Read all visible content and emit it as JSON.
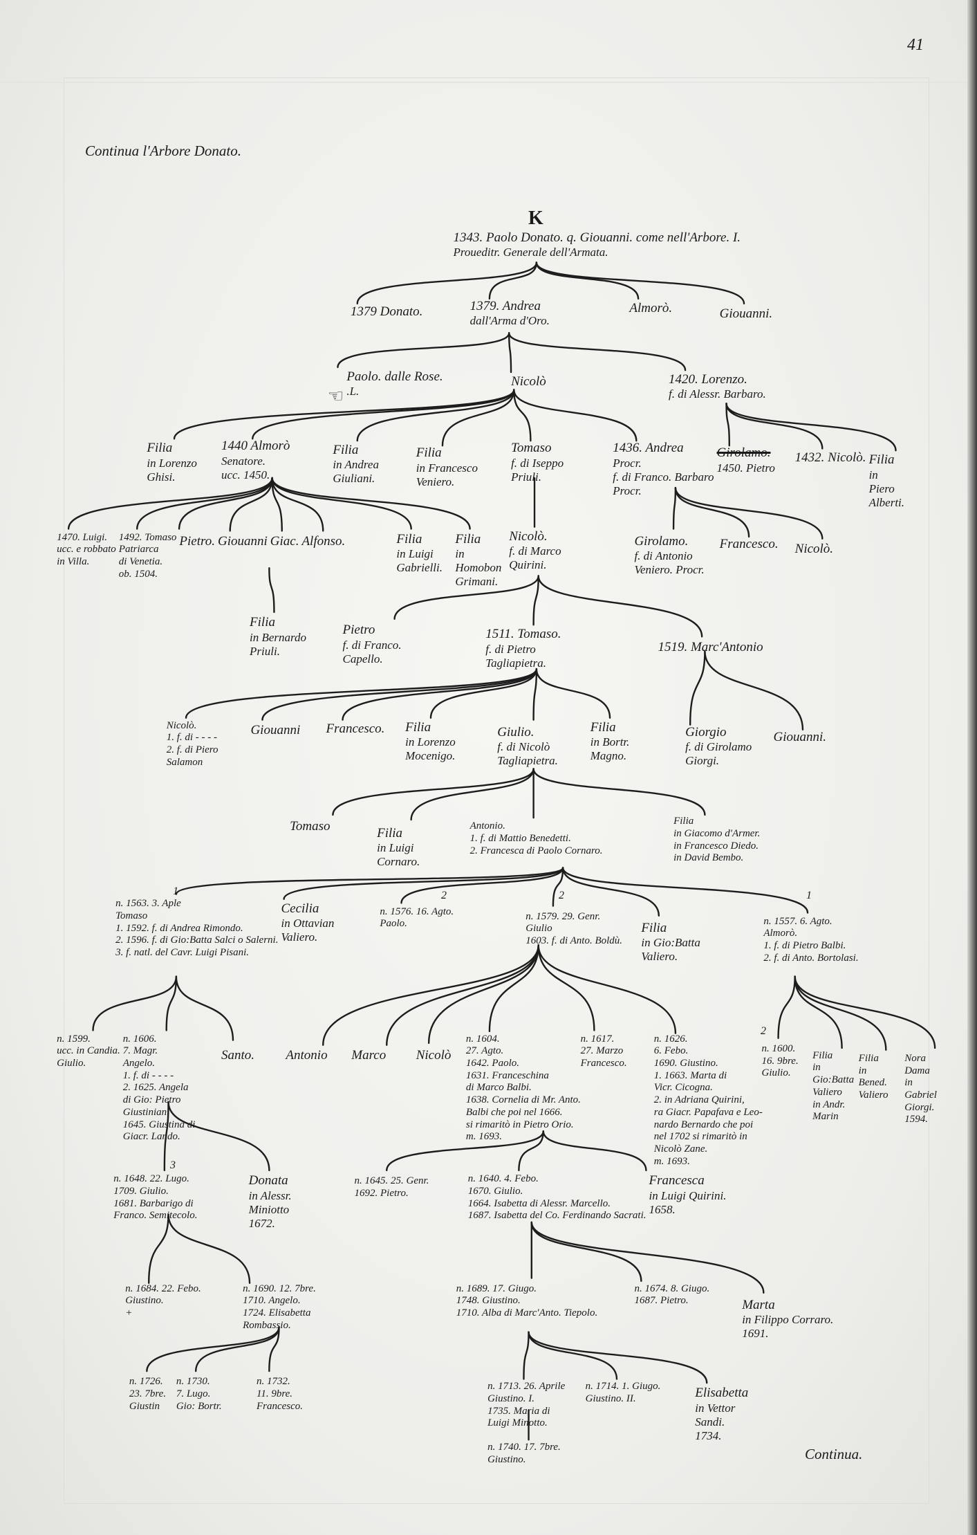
{
  "page": {
    "number": "41",
    "heading": "Continua l'Arbore Donato.",
    "section_mark": "K",
    "footer": "Continua."
  },
  "ink_color": "#1b1b1b",
  "paper_color": "#efefeb",
  "icons": {
    "pointing_hand": "pointing-hand-icon"
  },
  "generation_marks": [
    "1",
    "2",
    "2",
    "1",
    "3",
    "2"
  ],
  "nodes": [
    {
      "id": "root",
      "lines": [
        "1343. Paolo Donato. q. Giouanni. come nell'Arbore. I.",
        "Proueditr. Generale dell'Armata."
      ]
    },
    {
      "id": "donato1379",
      "lines": [
        "1379 Donato."
      ]
    },
    {
      "id": "andrea1379",
      "lines": [
        "1379. Andrea",
        "dall'Arma d'Oro."
      ]
    },
    {
      "id": "almoro_a",
      "lines": [
        "Almorò."
      ]
    },
    {
      "id": "giouanni_a",
      "lines": [
        "Giouanni."
      ]
    },
    {
      "id": "paolo_rose",
      "lines": [
        "Paolo. dalle Rose.",
        ".L."
      ]
    },
    {
      "id": "nicolo_a",
      "lines": [
        "Nicolò"
      ]
    },
    {
      "id": "lorenzo1420",
      "lines": [
        "1420. Lorenzo.",
        "f. di Alessr. Barbaro."
      ]
    },
    {
      "id": "filia_ghisi",
      "lines": [
        "Filia",
        "in Lorenzo",
        "Ghisi."
      ]
    },
    {
      "id": "almoro1440",
      "lines": [
        "1440 Almorò",
        "Senatore.",
        "ucc. 1450."
      ]
    },
    {
      "id": "filia_giuliani",
      "lines": [
        "Filia",
        "in Andrea",
        "Giuliani."
      ]
    },
    {
      "id": "filia_veniero",
      "lines": [
        "Filia",
        "in Francesco",
        "Veniero."
      ]
    },
    {
      "id": "tomaso_priuli",
      "lines": [
        "Tomaso",
        "f. di Iseppo",
        "Priuli."
      ]
    },
    {
      "id": "andrea1436",
      "lines": [
        "1436. Andrea",
        "Procr.",
        "f. di Franco. Barbaro",
        "Procr."
      ]
    },
    {
      "id": "pietro1450",
      "lines": [
        "Girolamo.",
        "1450. Pietro"
      ],
      "struck_first": true
    },
    {
      "id": "nicolo1432",
      "lines": [
        "1432. Nicolò."
      ]
    },
    {
      "id": "filia_alberti",
      "lines": [
        "Filia",
        "in",
        "Piero",
        "Alberti."
      ]
    },
    {
      "id": "luigi1470",
      "lines": [
        "1470. Luigi.",
        "ucc. e robbato",
        "in Villa."
      ]
    },
    {
      "id": "tomaso1492",
      "lines": [
        "1492. Tomaso",
        "Patriarca",
        "di Venetia.",
        "ob. 1504."
      ]
    },
    {
      "id": "pietro_b",
      "lines": [
        "Pietro."
      ]
    },
    {
      "id": "giouanni_b",
      "lines": [
        "Giouanni"
      ]
    },
    {
      "id": "giac",
      "lines": [
        "Giac."
      ]
    },
    {
      "id": "alfonso",
      "lines": [
        "Alfonso."
      ]
    },
    {
      "id": "filia_gabrielli",
      "lines": [
        "Filia",
        "in Luigi",
        "Gabrielli."
      ]
    },
    {
      "id": "filia_grimani",
      "lines": [
        "Filia",
        "in",
        "Homobon",
        "Grimani."
      ]
    },
    {
      "id": "nicolo_quirini",
      "lines": [
        "Nicolò.",
        "f. di Marco",
        "Quirini."
      ]
    },
    {
      "id": "girolamo_veniero",
      "lines": [
        "Girolamo.",
        "f. di Antonio",
        "Veniero. Procr."
      ]
    },
    {
      "id": "francesco_b",
      "lines": [
        "Francesco."
      ]
    },
    {
      "id": "nicolo_b",
      "lines": [
        "Nicolò."
      ]
    },
    {
      "id": "filia_priuli",
      "lines": [
        "Filia",
        "in Bernardo",
        "Priuli."
      ]
    },
    {
      "id": "pietro_capello",
      "lines": [
        "Pietro",
        "f. di Franco.",
        "Capello."
      ]
    },
    {
      "id": "tomaso1511",
      "lines": [
        "1511. Tomaso.",
        "f. di Pietro",
        "Tagliapietra."
      ]
    },
    {
      "id": "marcantonio1519",
      "lines": [
        "1519. Marc'Antonio"
      ]
    },
    {
      "id": "nicolo_salamon",
      "lines": [
        "Nicolò.",
        "1. f. di - - - -",
        "2. f. di Piero",
        "Salamon"
      ]
    },
    {
      "id": "giouanni_c",
      "lines": [
        "Giouanni"
      ]
    },
    {
      "id": "francesco_c",
      "lines": [
        "Francesco."
      ]
    },
    {
      "id": "filia_mocenigo",
      "lines": [
        "Filia",
        "in Lorenzo",
        "Mocenigo."
      ]
    },
    {
      "id": "giulio_tagliapietra",
      "lines": [
        "Giulio.",
        "f. di Nicolò",
        "Tagliapietra."
      ]
    },
    {
      "id": "filia_magno",
      "lines": [
        "Filia",
        "in Bortr.",
        "Magno."
      ]
    },
    {
      "id": "giorgio",
      "lines": [
        "Giorgio",
        "f. di Girolamo",
        "Giorgi."
      ]
    },
    {
      "id": "giouanni_d",
      "lines": [
        "Giouanni."
      ]
    },
    {
      "id": "tomaso_d",
      "lines": [
        "Tomaso"
      ]
    },
    {
      "id": "filia_cornaro",
      "lines": [
        "Filia",
        "in Luigi",
        "Cornaro."
      ]
    },
    {
      "id": "antonio",
      "lines": [
        "Antonio.",
        "1. f. di Mattio Benedetti.",
        "2. Francesca di Paolo Cornaro."
      ]
    },
    {
      "id": "filia_armer",
      "lines": [
        "Filia",
        "in Giacomo d'Armer.",
        "in Francesco Diedo.",
        "in David Bembo."
      ]
    },
    {
      "id": "tomaso1563",
      "lines": [
        "n. 1563. 3. Aple",
        "Tomaso",
        "1. 1592. f. di Andrea Rimondo.",
        "2. 1596. f. di Gio:Batta Salci o Salerni.",
        "3. f. natl. del Cavr. Luigi Pisani."
      ]
    },
    {
      "id": "cecilia",
      "lines": [
        "Cecilia",
        "in Ottavian",
        "Valiero."
      ]
    },
    {
      "id": "paolo1576",
      "lines": [
        "n. 1576. 16. Agto.",
        "Paolo."
      ]
    },
    {
      "id": "giulio1579",
      "lines": [
        "n. 1579. 29. Genr.",
        "Giulio",
        "1603. f. di Anto. Boldù."
      ]
    },
    {
      "id": "filia_valiero",
      "lines": [
        "Filia",
        "in Gio:Batta",
        "Valiero."
      ]
    },
    {
      "id": "almoro1557",
      "lines": [
        "n. 1557. 6. Agto.",
        "Almorò.",
        "1. f. di Pietro Balbi.",
        "2. f. di Anto. Bortolasi."
      ]
    },
    {
      "id": "giulio1599",
      "lines": [
        "n. 1599.",
        "ucc. in Candia.",
        "Giulio."
      ]
    },
    {
      "id": "angelo1606",
      "lines": [
        "n. 1606.",
        "7. Magr.",
        "Angelo.",
        "1. f. di - - - -",
        "2. 1625. Angela",
        "di Gio: Pietro",
        "Giustinian",
        "1645. Giustina di",
        "Giacr. Lando."
      ]
    },
    {
      "id": "santo",
      "lines": [
        "Santo."
      ]
    },
    {
      "id": "antonio_b",
      "lines": [
        "Antonio"
      ]
    },
    {
      "id": "marco",
      "lines": [
        "Marco"
      ]
    },
    {
      "id": "nicolo_e",
      "lines": [
        "Nicolò"
      ]
    },
    {
      "id": "paolo1604",
      "lines": [
        "n. 1604.",
        "27. Agto.",
        "1642. Paolo.",
        "1631. Franceschina",
        "di Marco Balbi.",
        "1638. Cornelia di Mr. Anto.",
        "Balbi che poi nel 1666.",
        "si rimaritò in Pietro Orio.",
        "m. 1693."
      ]
    },
    {
      "id": "francesco1617",
      "lines": [
        "n. 1617.",
        "27. Marzo",
        "Francesco."
      ]
    },
    {
      "id": "giustino1626",
      "lines": [
        "n. 1626.",
        "6. Febo.",
        "1690. Giustino.",
        "1. 1663. Marta di",
        "Vicr. Cicogna.",
        "2. in Adriana Quirini,",
        "ra Giacr. Papafava e Leo-",
        "nardo Bernardo che poi",
        "nel 1702 si rimaritò in",
        "Nicolò Zane.",
        "m. 1693."
      ]
    },
    {
      "id": "giulio1600",
      "lines": [
        "n. 1600.",
        "16. 9bre.",
        "Giulio."
      ]
    },
    {
      "id": "filia_marin",
      "lines": [
        "Filia",
        "in",
        "Gio:Batta",
        "Valiero",
        "in Andr.",
        "Marin"
      ]
    },
    {
      "id": "filia_bened",
      "lines": [
        "Filia",
        "in",
        "Bened.",
        "Valiero"
      ]
    },
    {
      "id": "dama_giorgi",
      "lines": [
        "Nora",
        "Dama",
        "in",
        "Gabriel",
        "Giorgi.",
        "1594."
      ]
    },
    {
      "id": "giulio1648",
      "lines": [
        "n. 1648. 22. Lugo.",
        "1709. Giulio.",
        "1681. Barbarigo di",
        "Franco. Semitecolo."
      ]
    },
    {
      "id": "donata",
      "lines": [
        "Donata",
        "in Alessr.",
        "Miniotto",
        "1672."
      ]
    },
    {
      "id": "pietro1645",
      "lines": [
        "n. 1645. 25. Genr.",
        "1692. Pietro."
      ]
    },
    {
      "id": "giulio1640",
      "lines": [
        "n. 1640. 4. Febo.",
        "1670. Giulio.",
        "1664. Isabetta di Alessr. Marcello.",
        "1687. Isabetta del Co. Ferdinando Sacrati."
      ]
    },
    {
      "id": "francesca",
      "lines": [
        "Francesca",
        "in Luigi Quirini.",
        "1658."
      ]
    },
    {
      "id": "giustino1684",
      "lines": [
        "n. 1684. 22. Febo.",
        "Giustino.",
        "+"
      ]
    },
    {
      "id": "angelo1690",
      "lines": [
        "n. 1690. 12. 7bre.",
        "1710. Angelo.",
        "1724. Elisabetta",
        "Rombassio."
      ]
    },
    {
      "id": "giustino1689",
      "lines": [
        "n. 1689. 17. Giugo.",
        "1748. Giustino.",
        "1710. Alba di Marc'Anto. Tiepolo."
      ]
    },
    {
      "id": "pietro1674",
      "lines": [
        "n. 1674. 8. Giugo.",
        "1687. Pietro."
      ]
    },
    {
      "id": "marta",
      "lines": [
        "Marta",
        "in Filippo Corraro.",
        "1691."
      ]
    },
    {
      "id": "giustin1726",
      "lines": [
        "n. 1726.",
        "23. 7bre.",
        "Giustin"
      ]
    },
    {
      "id": "giobort1730",
      "lines": [
        "n. 1730.",
        "7. Lugo.",
        "Gio: Bortr."
      ]
    },
    {
      "id": "francesco1732",
      "lines": [
        "n. 1732.",
        "11. 9bre.",
        "Francesco."
      ]
    },
    {
      "id": "giustino1713",
      "lines": [
        "n. 1713. 26. Aprile",
        "Giustino. I.",
        "1735. Maria di",
        "Luigi Minotto."
      ]
    },
    {
      "id": "giustino1714",
      "lines": [
        "n. 1714. 1. Giugo.",
        "Giustino. II."
      ]
    },
    {
      "id": "elisabetta",
      "lines": [
        "Elisabetta",
        "in Vettor",
        "Sandi.",
        "1734."
      ]
    },
    {
      "id": "giustino1740",
      "lines": [
        "n. 1740. 17. 7bre.",
        "Giustino."
      ]
    }
  ]
}
